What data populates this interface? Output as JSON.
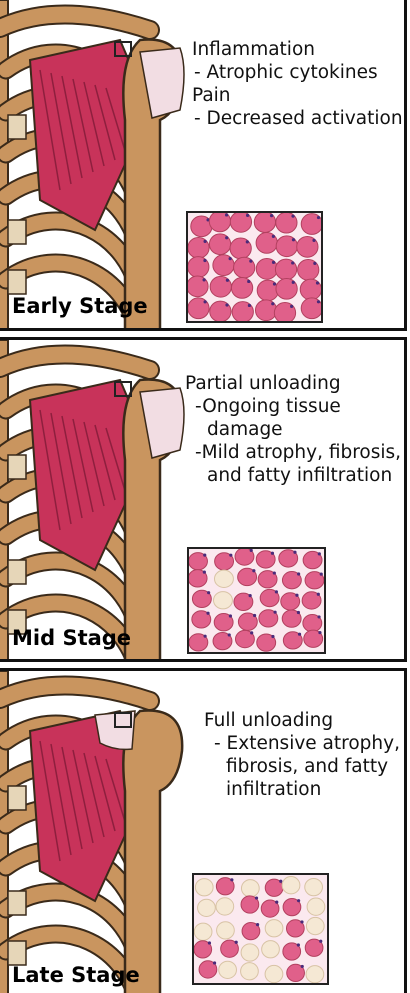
{
  "panels": [
    {
      "stage": "Early Stage",
      "heading1": "Inflammation",
      "item1": "- Atrophic cytokines",
      "heading2": "Pain",
      "item2": "- Decreased activation",
      "fat_fraction": 0.0
    },
    {
      "stage": "Mid Stage",
      "heading1": "Partial unloading",
      "item1": "-Ongoing tissue damage",
      "item2": "-Mild atrophy, fibrosis, and fatty infiltration",
      "fat_fraction": 0.1
    },
    {
      "stage": "Late Stage",
      "heading1": "Full unloading",
      "item1": "- Extensive atrophy, fibrosis, and fatty infiltration",
      "fat_fraction": 0.45
    }
  ],
  "colors": {
    "bone": "#c9955f",
    "bone_outline": "#3a2a1a",
    "muscle": "#c8335a",
    "tendon_pale": "#f2dde3",
    "histo_cell": "#e0608a",
    "histo_bg": "#fbe9ef",
    "fat": "#f5e8d4"
  }
}
